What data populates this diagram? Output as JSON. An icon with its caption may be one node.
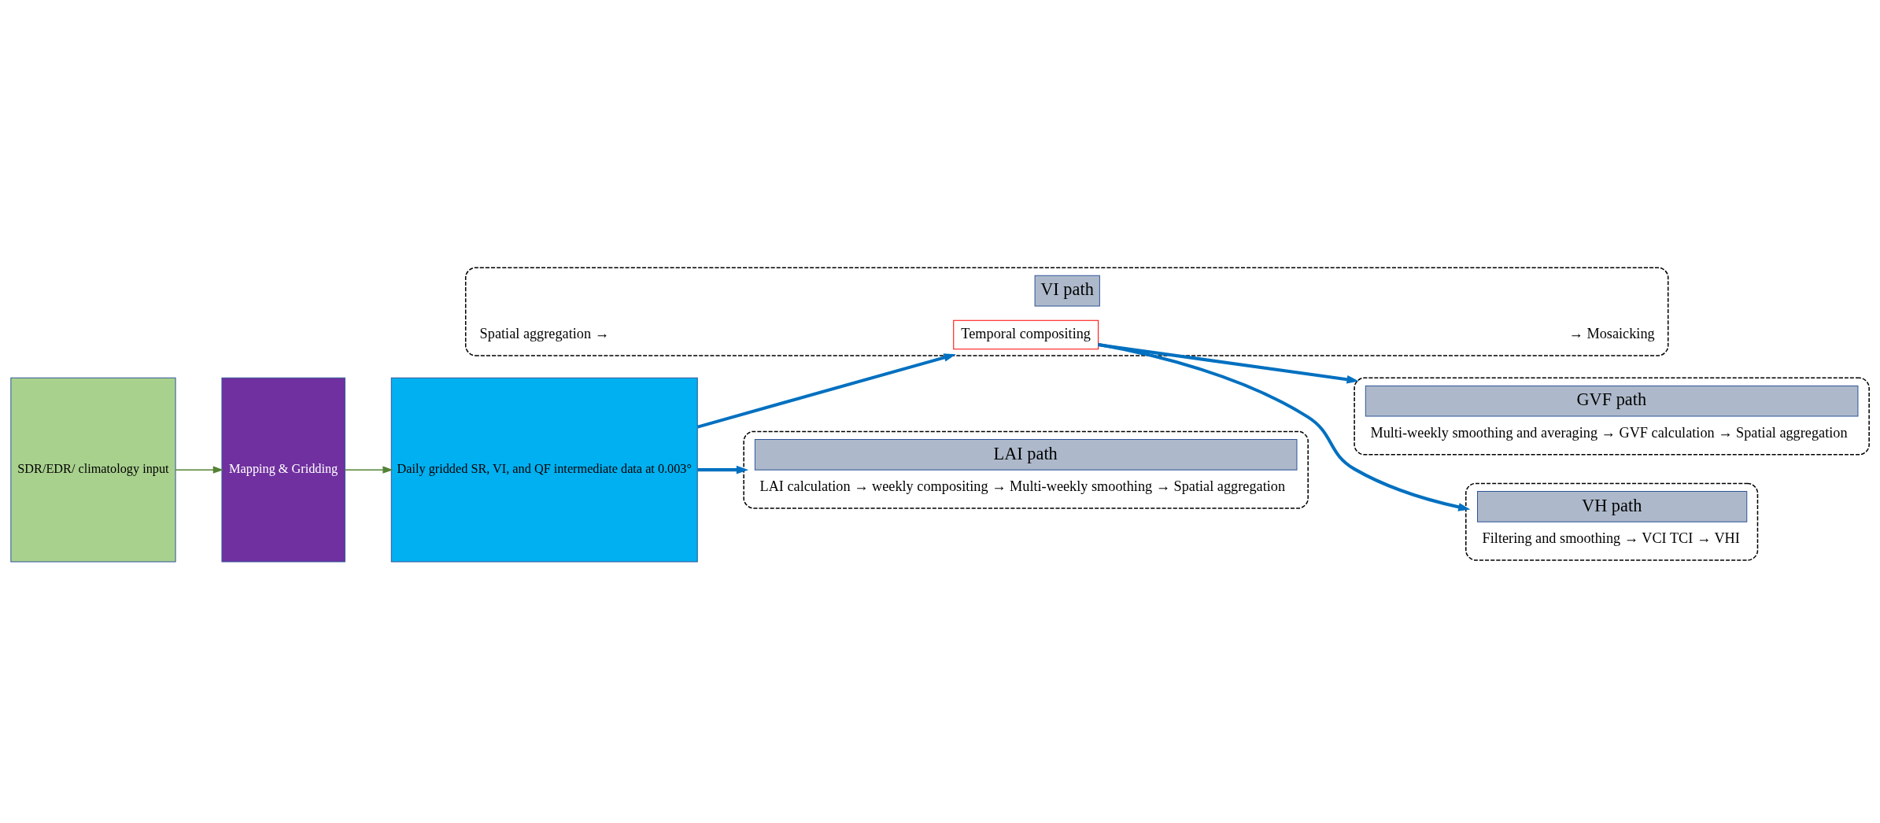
{
  "diagram": {
    "nodes": [
      {
        "text": [
          "SDR/EDR/ climatology input"
        ]
      },
      {
        "text": [
          "Mapping & Gridding"
        ]
      },
      {
        "text": [
          "Daily gridded SR, VI, and QF intermediate data at 0.003°"
        ]
      },
      {
        "text": [
          "VI path"
        ]
      },
      {
        "text": [
          "Temporal compositing"
        ],
        "in": 3
      },
      {
        "text": [
          "GVF path",
          "Multi-weekly smoothing and averaging → GVF calculation → Spatial aggregation"
        ]
      },
      {
        "text": [
          "VH path",
          "Filtering and smoothing → VCI TCI → VHI"
        ]
      },
      {
        "text": [
          "LAI path",
          "LAI calculation → weekly compositing → Multi-weekly smoothing → Spatial aggregation"
        ]
      }
    ],
    "edges": [
      {
        "from": 0,
        "to": 1,
        "arrow": "to",
        "color": "#548235"
      },
      {
        "from": 1,
        "to": 2,
        "arrow": "to",
        "color": "#548235"
      },
      {
        "from": 2,
        "to": 3,
        "arrow": "to"
      },
      {
        "from": 2,
        "to": 7,
        "arrow": "to"
      },
      {
        "from": 4,
        "to": 5,
        "arrow": "to"
      },
      {
        "from": 4,
        "to": 6,
        "arrow": "to"
      }
    ],
    "labels": [
      "Spatial aggregation →",
      "→ Mosaicking"
    ]
  }
}
